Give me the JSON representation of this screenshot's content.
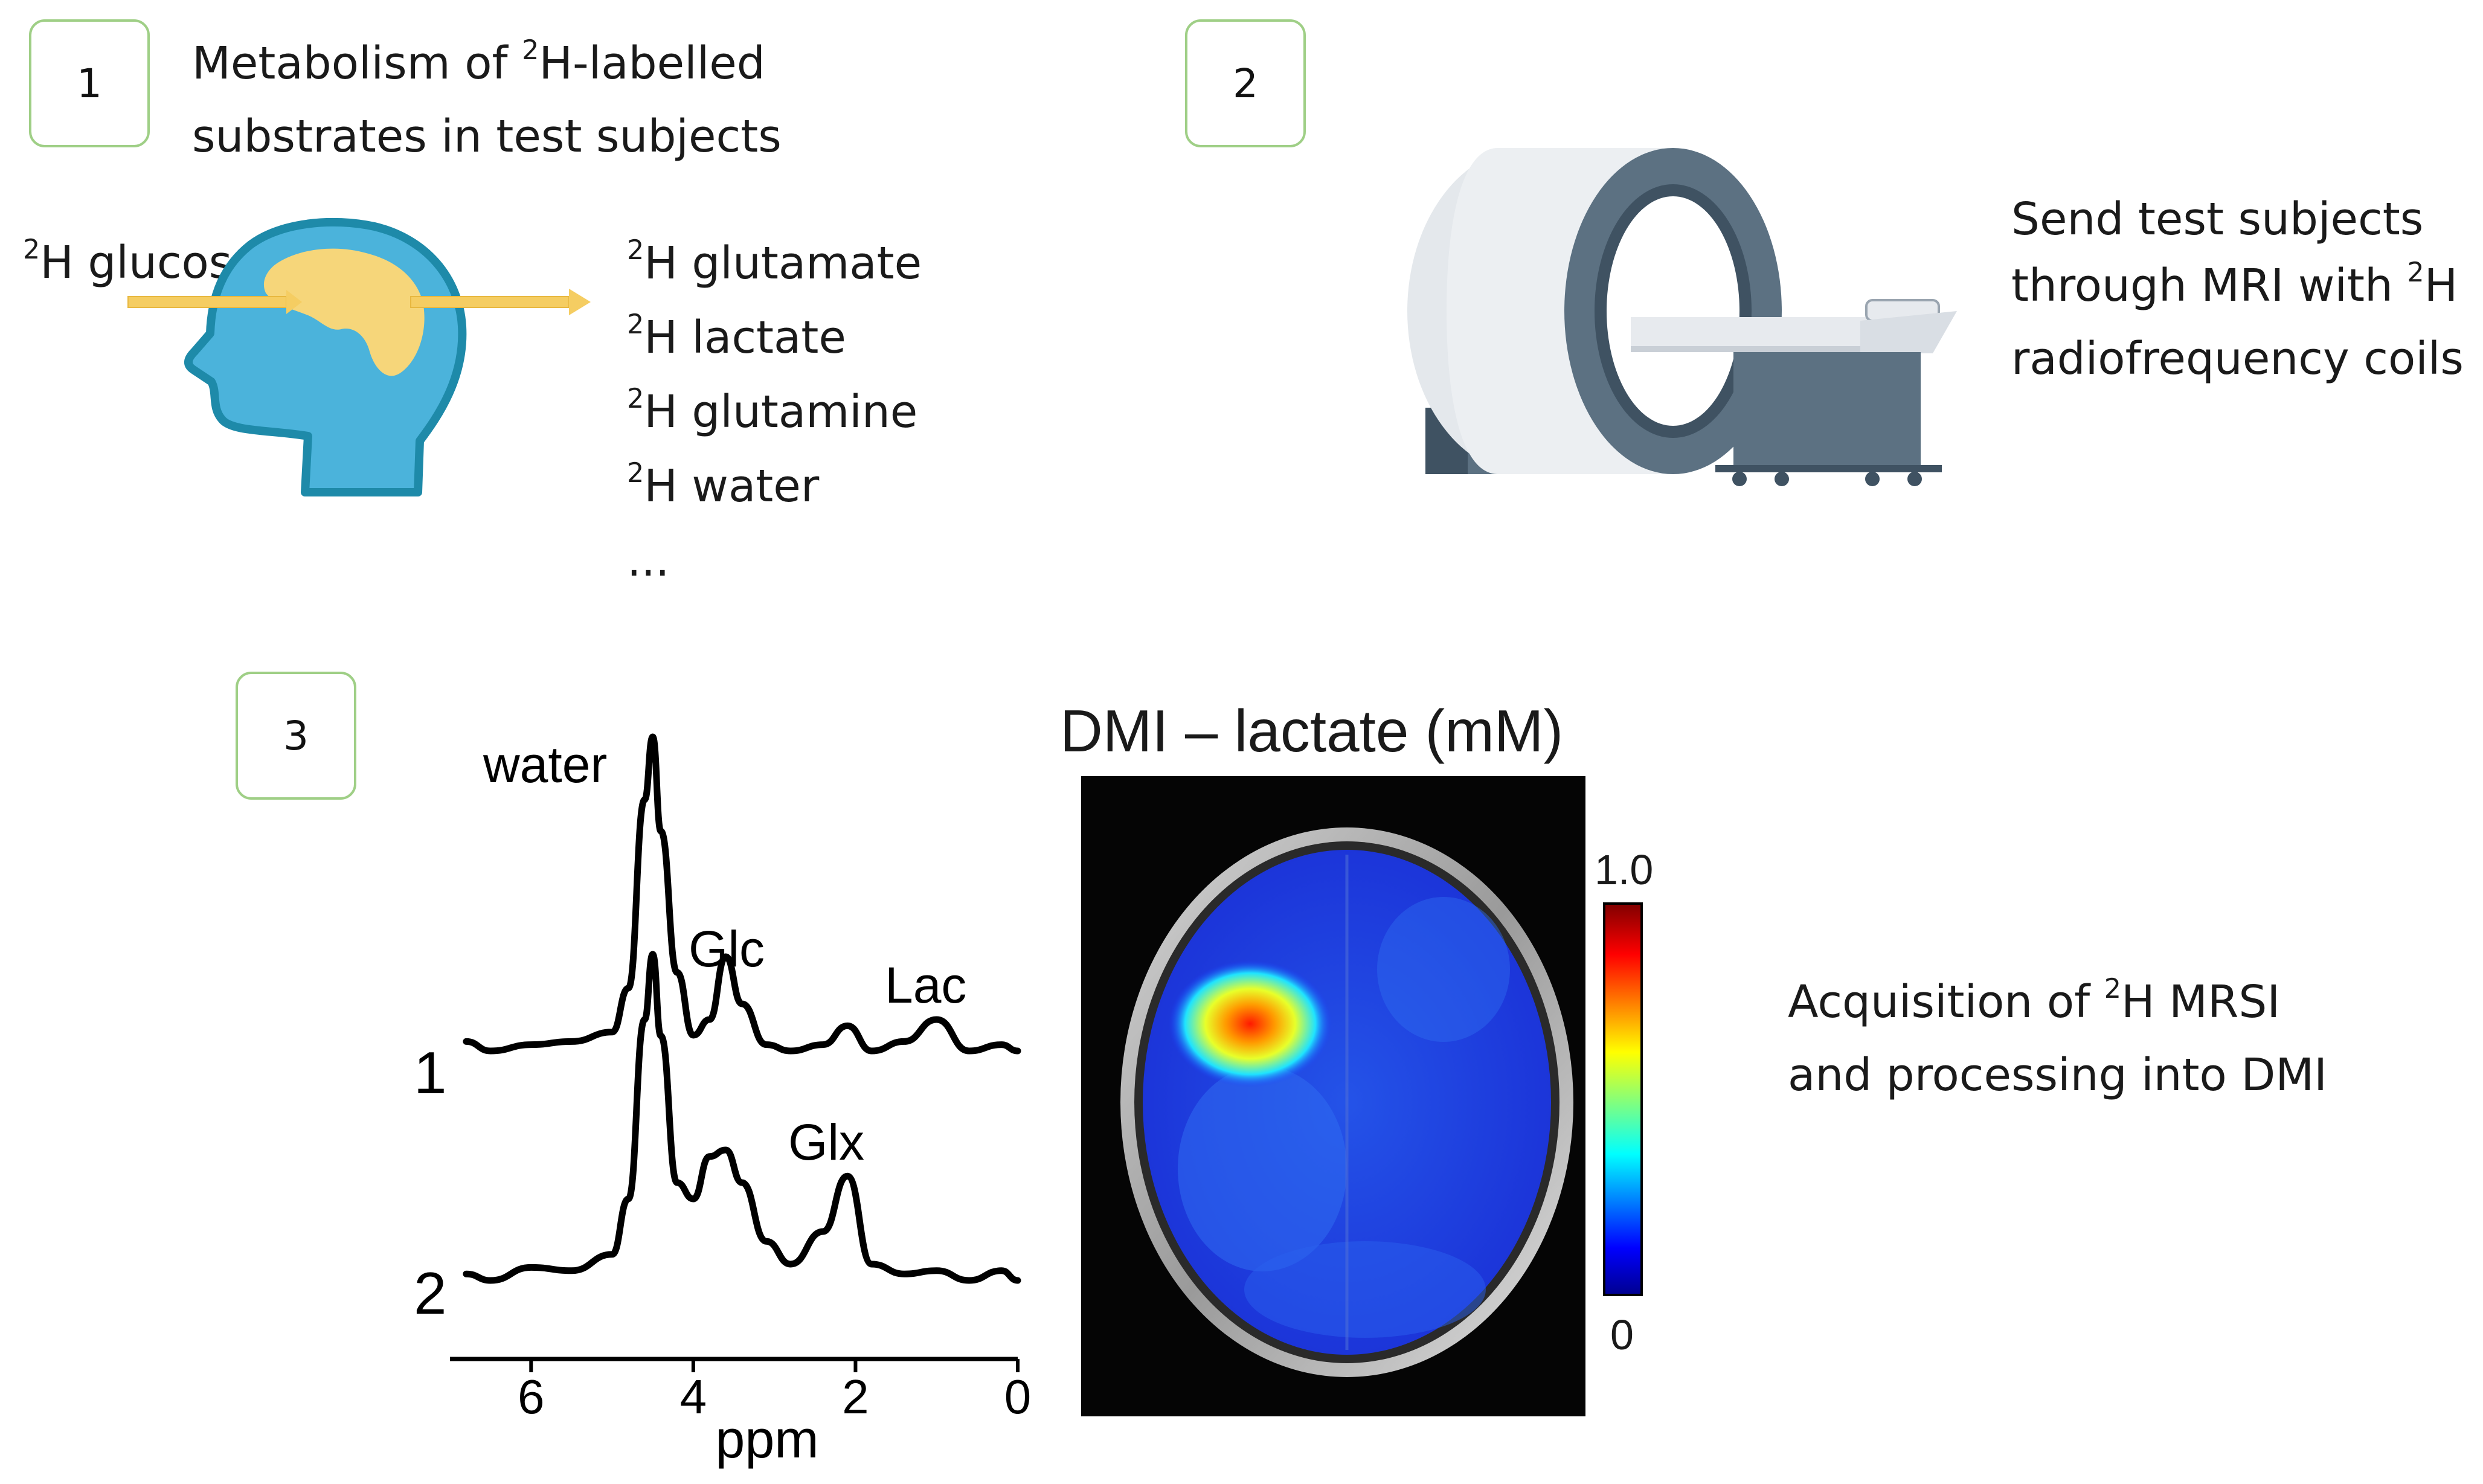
{
  "steps": {
    "s1": {
      "number": "1",
      "line1_sup": "2",
      "line1_pre": "Metabolism of ",
      "line1_post": "H-labelled",
      "line2": "substrates in test subjects"
    },
    "s2": {
      "number": "2",
      "line1": "Send test subjects",
      "line2_pre": "through MRI with ",
      "line2_sup": "2",
      "line2_post": "H",
      "line3": "radiofrequency coils"
    },
    "s3": {
      "number": "3",
      "line1_pre": "Acquisition of ",
      "line1_sup": "2",
      "line1_post": "H MRSI",
      "line2": "and processing into DMI"
    }
  },
  "substrate": {
    "sup": "2",
    "label": "H glucose"
  },
  "products": [
    {
      "sup": "2",
      "label": "H glutamate"
    },
    {
      "sup": "2",
      "label": "H lactate"
    },
    {
      "sup": "2",
      "label": "H glutamine"
    },
    {
      "sup": "2",
      "label": "H water"
    },
    {
      "sup": "",
      "label": "..."
    }
  ],
  "spectrum": {
    "peak_labels": {
      "water": "water",
      "glc": "Glc",
      "lac": "Lac",
      "glx": "Glx"
    },
    "trace_labels": [
      "1",
      "2"
    ],
    "xlabel": "ppm",
    "xticks": [
      "6",
      "4",
      "2",
      "0"
    ]
  },
  "dmi": {
    "title": "DMI – lactate (mM)",
    "colorbar_max": "1.0",
    "colorbar_min": "0"
  },
  "chart_data": {
    "type": "line",
    "xlabel": "ppm",
    "xlim": [
      7,
      0
    ],
    "xaxis_reversed": true,
    "xticks": [
      6,
      4,
      2,
      0
    ],
    "series": [
      {
        "name": "1",
        "x": [
          6.8,
          6.5,
          6.0,
          5.5,
          5.0,
          4.8,
          4.6,
          4.5,
          4.4,
          4.2,
          4.0,
          3.8,
          3.6,
          3.4,
          3.1,
          2.8,
          2.4,
          2.1,
          1.8,
          1.4,
          1.0,
          0.6,
          0.2,
          0.0
        ],
        "y": [
          0.03,
          0.0,
          0.02,
          0.03,
          0.06,
          0.2,
          0.8,
          1.0,
          0.7,
          0.25,
          0.05,
          0.1,
          0.3,
          0.15,
          0.02,
          0.0,
          0.02,
          0.08,
          0.0,
          0.03,
          0.1,
          0.0,
          0.02,
          0.0
        ]
      },
      {
        "name": "2",
        "x": [
          6.8,
          6.5,
          6.0,
          5.5,
          5.0,
          4.8,
          4.6,
          4.5,
          4.4,
          4.2,
          4.0,
          3.8,
          3.6,
          3.4,
          3.1,
          2.8,
          2.4,
          2.1,
          1.8,
          1.4,
          1.0,
          0.6,
          0.2,
          0.0
        ],
        "y": [
          0.02,
          0.0,
          0.04,
          0.03,
          0.08,
          0.25,
          0.8,
          1.0,
          0.75,
          0.3,
          0.25,
          0.38,
          0.4,
          0.3,
          0.12,
          0.05,
          0.15,
          0.32,
          0.05,
          0.02,
          0.03,
          0.0,
          0.03,
          0.0
        ]
      }
    ]
  },
  "colors": {
    "box_border": "#9fcf86",
    "arrow": "#f5cd62",
    "head_fill": "#4bb3db",
    "head_stroke": "#1e8aa9",
    "brain": "#f6d67a"
  }
}
